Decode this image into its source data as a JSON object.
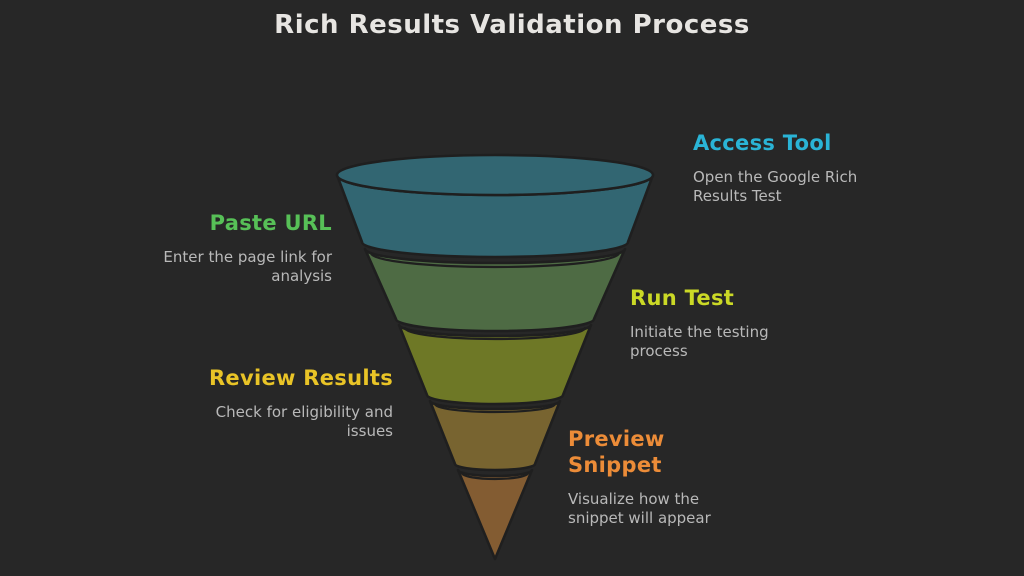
{
  "page": {
    "title": "Rich Results Validation Process",
    "background_color": "#272727",
    "title_color": "#e7e5e2",
    "description_color": "#b9b9b9",
    "outline_color": "#1f1f1f"
  },
  "diagram": {
    "type": "funnel",
    "stage_count": 5
  },
  "steps": [
    {
      "label": "Access Tool",
      "description": "Open the Google Rich Results Test",
      "label_color": "#2ab4d6",
      "funnel_color": "#326672",
      "side": "right"
    },
    {
      "label": "Paste URL",
      "description": "Enter the page link for analysis",
      "label_color": "#57c057",
      "funnel_color": "#4e6b44",
      "side": "left"
    },
    {
      "label": "Run Test",
      "description": "Initiate the testing process",
      "label_color": "#cbd926",
      "funnel_color": "#6e7826",
      "side": "right"
    },
    {
      "label": "Review Results",
      "description": "Check for eligibility and issues",
      "label_color": "#e9c427",
      "funnel_color": "#786430",
      "side": "left"
    },
    {
      "label": "Preview Snippet",
      "description": "Visualize how the snippet will appear",
      "label_color": "#ec8c38",
      "funnel_color": "#835c32",
      "side": "right"
    }
  ]
}
